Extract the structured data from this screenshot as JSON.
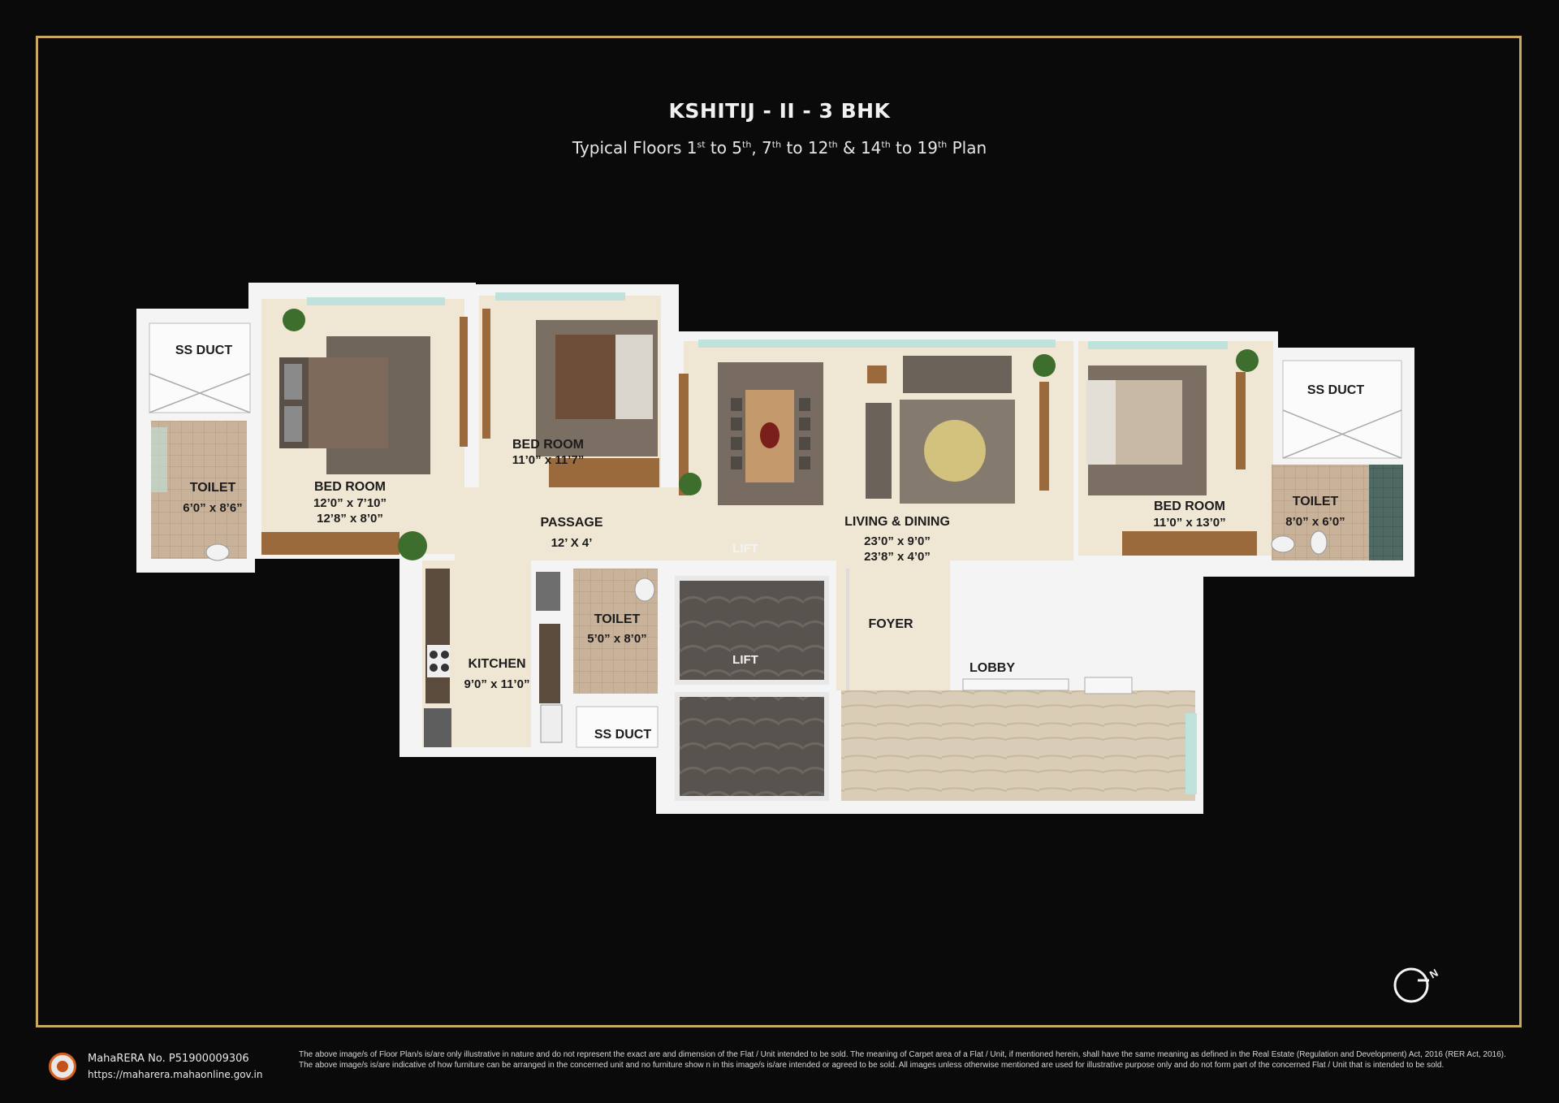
{
  "header": {
    "title": "KSHITIJ - II - 3 BHK",
    "subtitle_parts": [
      "Typical Floors 1",
      "st",
      " to 5",
      "th",
      ", 7",
      "th",
      " to 12",
      "th",
      " & 14",
      "th",
      " to 19",
      "th",
      " Plan"
    ]
  },
  "rooms": {
    "ss_duct_left": "SS DUCT",
    "toilet_left": {
      "name": "TOILET",
      "dim": "6’0” x 8’6”"
    },
    "bedroom_1": {
      "name": "BED ROOM",
      "dim1": "12’0” x 7’10”",
      "dim2": "12’8” x 8’0”"
    },
    "bedroom_2": {
      "name": "BED ROOM",
      "dim": "11’0” x 11’7”"
    },
    "passage": {
      "name": "PASSAGE",
      "dim": "12’ X 4’"
    },
    "living": {
      "name": "LIVING & DINING",
      "dim1": "23’0” x 9’0”",
      "dim2": "23’8” x 4’0”"
    },
    "lift_faint": "LIFT",
    "bedroom_3": {
      "name": "BED ROOM",
      "dim": "11’0” x 13’0”"
    },
    "ss_duct_right": "SS DUCT",
    "toilet_right": {
      "name": "TOILET",
      "dim": "8’0” x 6’0”"
    },
    "kitchen": {
      "name": "KITCHEN",
      "dim": "9’0” x 11’0”"
    },
    "toilet_mid": {
      "name": "TOILET",
      "dim": "5’0” x 8’0”"
    },
    "ss_duct_mid": "SS DUCT",
    "lift": "LIFT",
    "foyer": "FOYER",
    "lobby": "LOBBY"
  },
  "compass": {
    "label": "N"
  },
  "footer": {
    "rera_no": "MahaRERA No. P51900009306",
    "rera_url": "https://maharera.mahaonline.gov.in",
    "disclaimer": "The above image/s of Floor Plan/s is/are only illustrative in nature and do not represent the exact are and dimension of the Flat / Unit intended to be sold. The meaning of Carpet area of a Flat / Unit, if mentioned herein, shall have the same meaning as defined in the Real Estate (Regulation and Development) Act, 2016 (RER Act, 2016). The above image/s is/are indicative of how furniture can be arranged in the concerned unit and no furniture show n in this image/s is/are intended or agreed to be sold. All images unless otherwise mentioned are used for illustrative purpose only and do not form part of the concerned Flat / Unit that is intended to be sold."
  },
  "colors": {
    "background": "#0a0a0a",
    "frame_gold": "#c9a961",
    "floor_cream": "#efe6d3",
    "wall_white": "#f7f7f7",
    "wood": "#9a6a3c",
    "rug": "#6b5f55"
  }
}
